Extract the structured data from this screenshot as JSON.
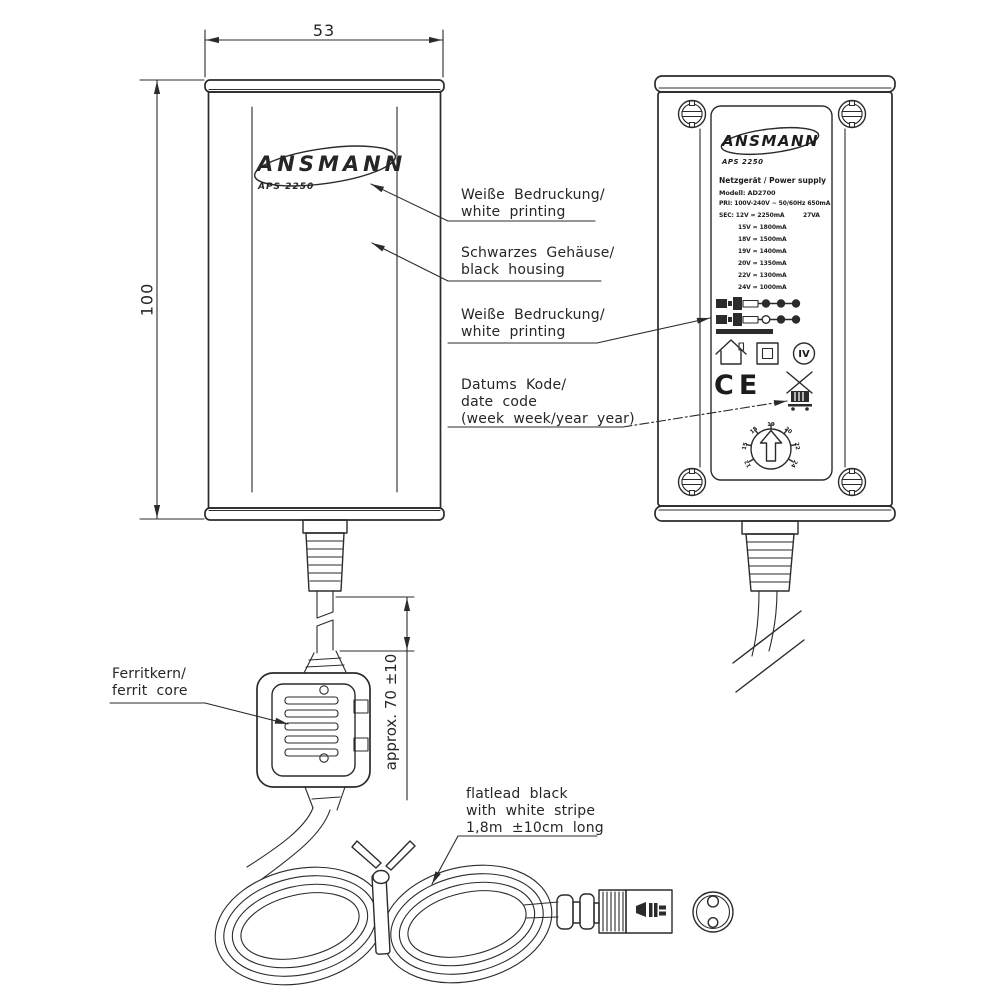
{
  "colors": {
    "ink": "#2b2b2b",
    "background": "#ffffff"
  },
  "dimensions": {
    "width": "53",
    "height": "100",
    "cable_length": "approx. 70 ±10"
  },
  "callouts": {
    "white_printing_top": {
      "l1": "Weiße Bedruckung/",
      "l2": "white printing"
    },
    "black_housing": {
      "l1": "Schwarzes Gehäuse/",
      "l2": "black housing"
    },
    "white_printing_label": {
      "l1": "Weiße Bedruckung/",
      "l2": "white printing"
    },
    "date_code": {
      "l1": "Datums Kode/",
      "l2": "date code",
      "l3": "(week week/year year)"
    },
    "ferrit_core": {
      "l1": "Ferritkern/",
      "l2": "ferrit core"
    },
    "flat_lead": {
      "l1": "flatlead black",
      "l2": "with white stripe",
      "l3": "1,8m ±10cm long"
    }
  },
  "front_device": {
    "brand": "ANSMANN",
    "model": "APS 2250"
  },
  "back_label": {
    "brand": "ANSMANN",
    "model": "APS 2250",
    "title": "Netzgerät / Power supply",
    "model_no": "Modell: AD2700",
    "primary": "PRI: 100V-240V ~ 50/60Hz 650mA",
    "secondary": "SEC: 12V = 2250mA",
    "power": "27VA",
    "secondary_rows": [
      "15V = 1800mA",
      "18V = 1500mA",
      "19V = 1400mA",
      "20V = 1350mA",
      "22V = 1300mA",
      "24V = 1000mA"
    ],
    "ce_mark": "CE",
    "efficiency_class": "IV",
    "dial_values": [
      "12",
      "15",
      "18",
      "19",
      "20",
      "22",
      "24"
    ],
    "icons": [
      "house-icon",
      "class-ii-icon",
      "efficiency-iv-icon",
      "ce-mark",
      "weee-crossed-bin-icon",
      "voltage-selector-dial",
      "screw-icon"
    ]
  }
}
